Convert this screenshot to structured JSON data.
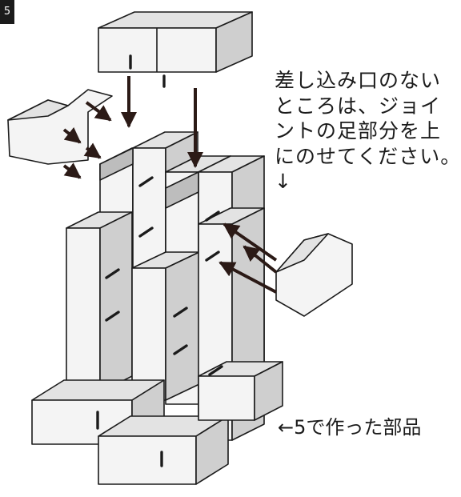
{
  "step_badge": "5",
  "annotation_lines": [
    "差し込み口のない",
    "ところは、ジョイ",
    "ントの足部分を上",
    "にのせてください。",
    "↓"
  ],
  "part_label": "←5で作った部品",
  "colors": {
    "face_light": "#f4f4f4",
    "face_mid": "#e3e3e3",
    "face_dark": "#cfcfcf",
    "stroke": "#1b1b1b",
    "arrow": "#2b1a16"
  }
}
